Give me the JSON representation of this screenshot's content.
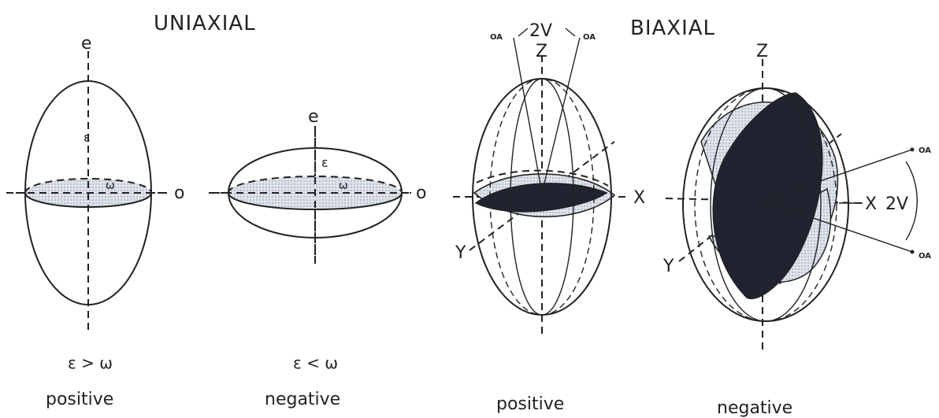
{
  "headings": {
    "uniaxial": "UNIAXIAL",
    "biaxial": "BIAXIAL"
  },
  "uniaxial_positive": {
    "e": "e",
    "o": "o",
    "eps": "ε",
    "omega": "ω",
    "relation": "ε > ω",
    "caption": "positive"
  },
  "uniaxial_negative": {
    "e": "e",
    "o": "o",
    "eps": "ε",
    "omega": "ω",
    "relation": "ε < ω",
    "caption": "negative"
  },
  "biaxial_positive": {
    "z": "Z",
    "x": "X",
    "y": "Y",
    "two_v": "2V",
    "oa_left": "OA",
    "oa_right": "OA",
    "caption": "positive"
  },
  "biaxial_negative": {
    "z": "Z",
    "x": "X",
    "y": "Y",
    "two_v": "2V",
    "oa_top": "OA",
    "oa_bottom": "OA",
    "caption": "negative"
  },
  "colors": {
    "ink": "#222222",
    "shade": "#cfd6e2",
    "dark": "#1f2430"
  }
}
